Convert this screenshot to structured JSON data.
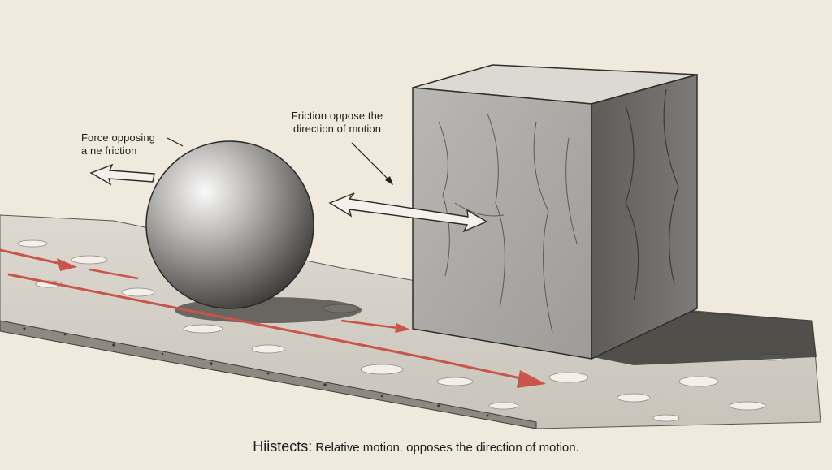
{
  "labels": {
    "left_line1": "Force opposing",
    "left_line2": "a ne friction",
    "top_line1": "Friction oppose the",
    "top_line2": "direction of motion"
  },
  "caption": {
    "lead": "Hiistects:",
    "text": "Relative motion.  opposes the direction of motion."
  },
  "colors": {
    "background": "#efe9de",
    "arrow_red": "#c9544a",
    "block_face": "#a8a6a2",
    "block_side": "#6e6c69",
    "block_top": "#d9d6cf",
    "sphere": "#9a9895",
    "surface": "#d6d2ca"
  }
}
